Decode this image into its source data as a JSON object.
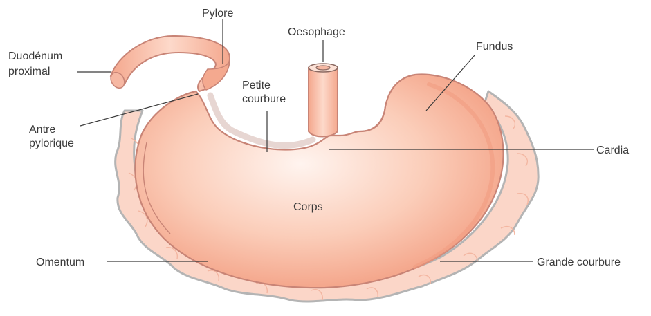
{
  "labels": {
    "duodenum_line1": "Duodénum",
    "duodenum_line2": "proximal",
    "pylore": "Pylore",
    "oesophage": "Oesophage",
    "fundus": "Fundus",
    "petite_line1": "Petite",
    "petite_line2": "courbure",
    "antre_line1": "Antre",
    "antre_line2": "pylorique",
    "cardia": "Cardia",
    "corps": "Corps",
    "omentum": "Omentum",
    "grande_courbure": "Grande courbure"
  },
  "colors": {
    "stomach_light": "#fde3d8",
    "stomach_mid": "#f8b89e",
    "stomach_dark": "#f2957a",
    "outline": "#c9877a",
    "omentum_fill": "#fbd2c2",
    "omentum_edge": "#b9b9b9",
    "label_text": "#3a3a3a"
  }
}
